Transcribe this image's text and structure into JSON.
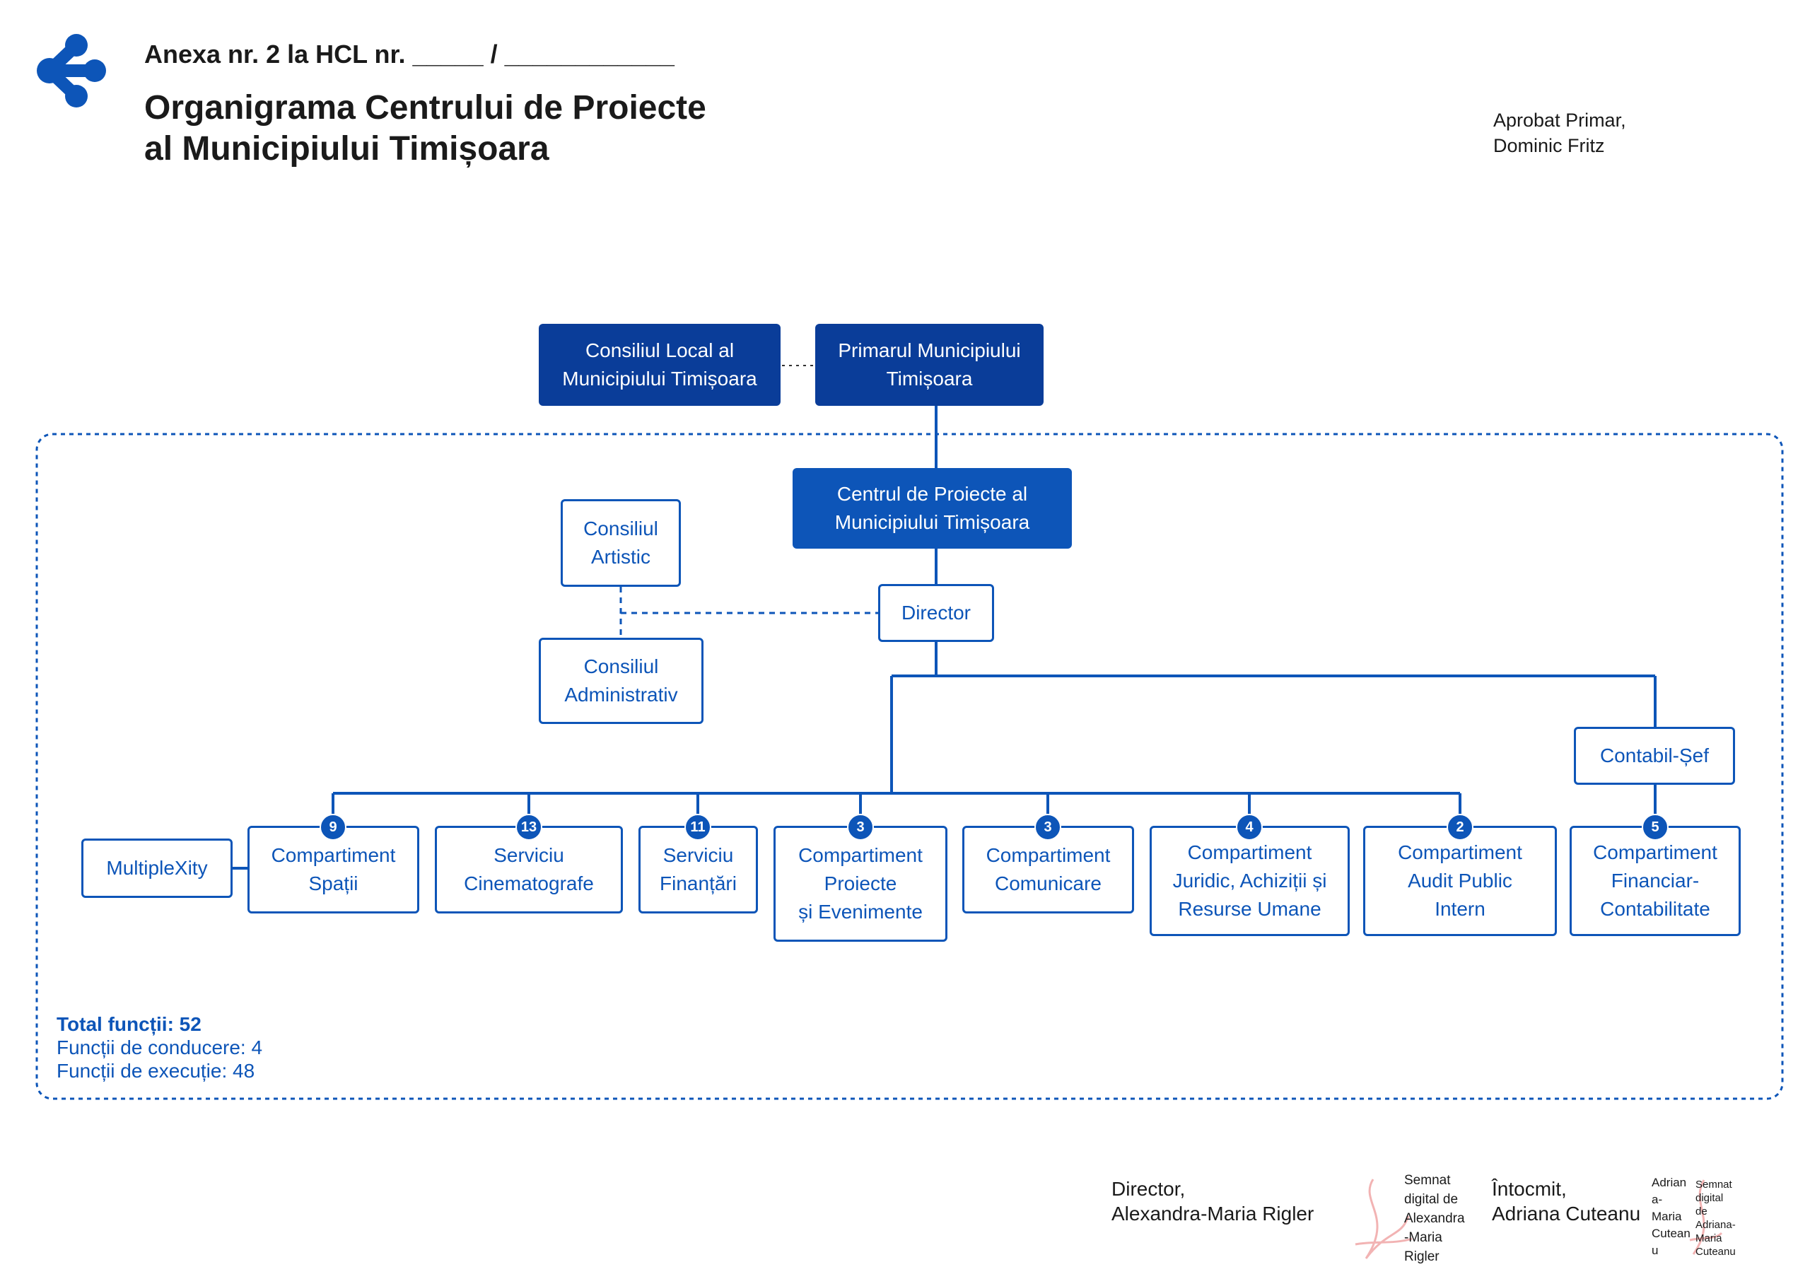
{
  "header": {
    "annex": "Anexa nr. 2 la HCL nr. _____ / ____________",
    "title_line1": "Organigrama Centrului de Proiecte",
    "title_line2": "al Municipiului Timișoara",
    "approved_line1": "Aprobat Primar,",
    "approved_line2": "Dominic Fritz"
  },
  "logo": {
    "icon": "molecule-logo-icon",
    "color": "#0d55b8"
  },
  "colors": {
    "dark_box": "#0a3d99",
    "mid_box": "#0d55b8",
    "outline": "#0d55b8"
  },
  "top_boxes": {
    "consiliu_local_line1": "Consiliul Local al",
    "consiliu_local_line2": "Municipiului Timișoara",
    "primar_line1": "Primarul Municipiului",
    "primar_line2": "Timișoara"
  },
  "centre": {
    "line1": "Centrul de Proiecte al",
    "line2": "Municipiului Timișoara"
  },
  "director": "Director",
  "consiliu_artistic_line1": "Consiliul",
  "consiliu_artistic_line2": "Artistic",
  "consiliu_admin_line1": "Consiliul",
  "consiliu_admin_line2": "Administrativ",
  "contabil_sef": "Contabil-Șef",
  "multiplexity": "MultipleXity",
  "departments": [
    {
      "lines": [
        "Compartiment",
        "Spații"
      ],
      "count": "9"
    },
    {
      "lines": [
        "Serviciu",
        "Cinematografe"
      ],
      "count": "13"
    },
    {
      "lines": [
        "Serviciu",
        "Finanțări"
      ],
      "count": "11"
    },
    {
      "lines": [
        "Compartiment",
        "Proiecte",
        "și Evenimente"
      ],
      "count": "3"
    },
    {
      "lines": [
        "Compartiment",
        "Comunicare"
      ],
      "count": "3"
    },
    {
      "lines": [
        "Compartiment",
        "Juridic, Achiziții și",
        "Resurse Umane"
      ],
      "count": "4"
    },
    {
      "lines": [
        "Compartiment",
        "Audit Public",
        "Intern"
      ],
      "count": "2"
    },
    {
      "lines": [
        "Compartiment",
        "Financiar-",
        "Contabilitate"
      ],
      "count": "5"
    }
  ],
  "totals": {
    "total": "Total funcții: 52",
    "conducere": "Funcții de conducere: 4",
    "executie": "Funcții de execuție: 48"
  },
  "signatures": {
    "director_title": "Director,",
    "director_name": "Alexandra-Maria Rigler",
    "director_stamp": [
      "Semnat",
      "digital de",
      "Alexandra",
      "-Maria",
      "Rigler"
    ],
    "intocmit_title": "Întocmit,",
    "intocmit_name": "Adriana Cuteanu",
    "intocmit_stamp_left": [
      "Adrian",
      "a-",
      "Maria",
      "Cutean",
      "u"
    ],
    "intocmit_stamp_right": [
      "Semnat",
      "digital",
      "de",
      "Adriana-",
      "Maria",
      "Cuteanu"
    ]
  }
}
